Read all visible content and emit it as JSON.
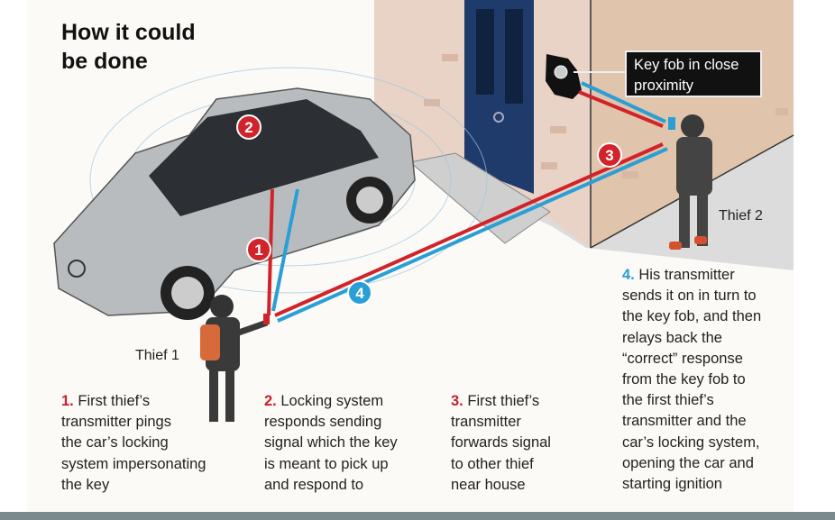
{
  "title_line1": "How it could",
  "title_line2": "be done",
  "fob_label_line1": "Key fob in close",
  "fob_label_line2": "proximity",
  "thief1_label": "Thief 1",
  "thief2_label": "Thief 2",
  "badges": [
    "1",
    "2",
    "3",
    "4"
  ],
  "steps": [
    {
      "num": "1.",
      "lines": [
        "First thief’s",
        "transmitter pings",
        "the car’s locking",
        "system impersonating",
        "the key"
      ]
    },
    {
      "num": "2.",
      "lines": [
        "Locking system",
        "responds sending",
        "signal which the key",
        "is meant to pick up",
        "and respond to"
      ]
    },
    {
      "num": "3.",
      "lines": [
        "First thief’s",
        "transmitter",
        "forwards signal",
        "to other thief",
        "near house"
      ]
    },
    {
      "num": "4.",
      "lines": [
        "His transmitter",
        "sends it on in turn to",
        "the key fob, and then",
        "relays back the",
        "“correct” response",
        "from the key fob to",
        "the first thief’s",
        "transmitter and the",
        "car’s locking system,",
        "opening the car and",
        "starting ignition"
      ]
    }
  ],
  "colors": {
    "red": "#d1232a",
    "blue": "#2a9fd6",
    "door": "#1f3b6b",
    "wall": "#e0c4ac"
  }
}
